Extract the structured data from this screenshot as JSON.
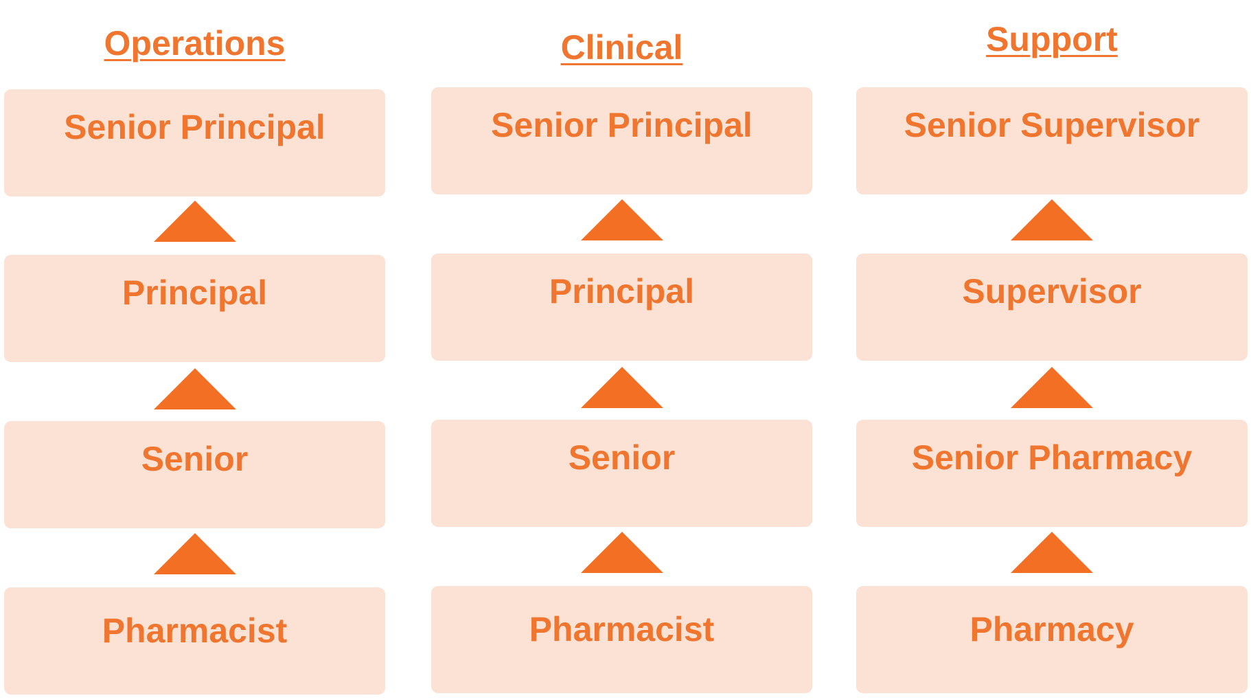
{
  "colors": {
    "text": "#f0752e",
    "box_fill": "#fbe2d5",
    "arrow": "#f26f24"
  },
  "columns": [
    {
      "title": "Operations",
      "levels": [
        "Senior Principal",
        "Principal",
        "Senior",
        "Pharmacist"
      ]
    },
    {
      "title": "Clinical",
      "levels": [
        "Senior Principal",
        "Principal",
        "Senior",
        "Pharmacist"
      ]
    },
    {
      "title": "Support",
      "levels": [
        "Senior Supervisor",
        "Supervisor",
        "Senior Pharmacy",
        "Pharmacy"
      ]
    }
  ],
  "connector_icon": "up-triangle-arrow-icon"
}
